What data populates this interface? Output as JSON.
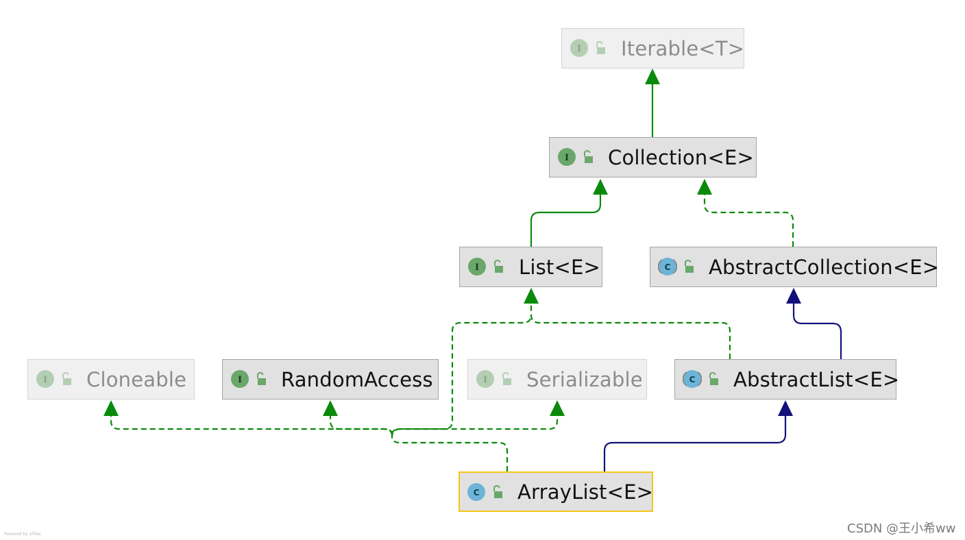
{
  "nodes": {
    "iterable": {
      "label": "Iterable<T>",
      "kind": "interface",
      "kind_letter": "I"
    },
    "collection": {
      "label": "Collection<E>",
      "kind": "interface",
      "kind_letter": "I"
    },
    "list": {
      "label": "List<E>",
      "kind": "interface",
      "kind_letter": "I"
    },
    "abstract_collection": {
      "label": "AbstractCollection<E>",
      "kind": "abstract-class",
      "kind_letter": "C"
    },
    "cloneable": {
      "label": "Cloneable",
      "kind": "interface",
      "kind_letter": "I"
    },
    "random_access": {
      "label": "RandomAccess",
      "kind": "interface",
      "kind_letter": "I"
    },
    "serializable": {
      "label": "Serializable",
      "kind": "interface",
      "kind_letter": "I"
    },
    "abstract_list": {
      "label": "AbstractList<E>",
      "kind": "abstract-class",
      "kind_letter": "C"
    },
    "array_list": {
      "label": "ArrayList<E>",
      "kind": "class",
      "kind_letter": "C"
    }
  },
  "edges": [
    {
      "from": "collection",
      "to": "iterable",
      "type": "extends"
    },
    {
      "from": "list",
      "to": "collection",
      "type": "extends"
    },
    {
      "from": "abstract_collection",
      "to": "collection",
      "type": "implements"
    },
    {
      "from": "abstract_list",
      "to": "list",
      "type": "implements"
    },
    {
      "from": "abstract_list",
      "to": "abstract_collection",
      "type": "extends"
    },
    {
      "from": "array_list",
      "to": "abstract_list",
      "type": "extends"
    },
    {
      "from": "array_list",
      "to": "list",
      "type": "implements"
    },
    {
      "from": "array_list",
      "to": "cloneable",
      "type": "implements"
    },
    {
      "from": "array_list",
      "to": "random_access",
      "type": "implements"
    },
    {
      "from": "array_list",
      "to": "serializable",
      "type": "implements"
    }
  ],
  "colors": {
    "interface_edge": "#0a8a0a",
    "class_edge": "#12127a",
    "interface_icon": "#6aa76a",
    "class_icon": "#6cb4d8",
    "node_fill": "#e1e1e1",
    "selected_border": "#f5c518"
  },
  "footer": {
    "powered_by": "Powered by yFiles",
    "watermark": "CSDN @王小希ww"
  }
}
